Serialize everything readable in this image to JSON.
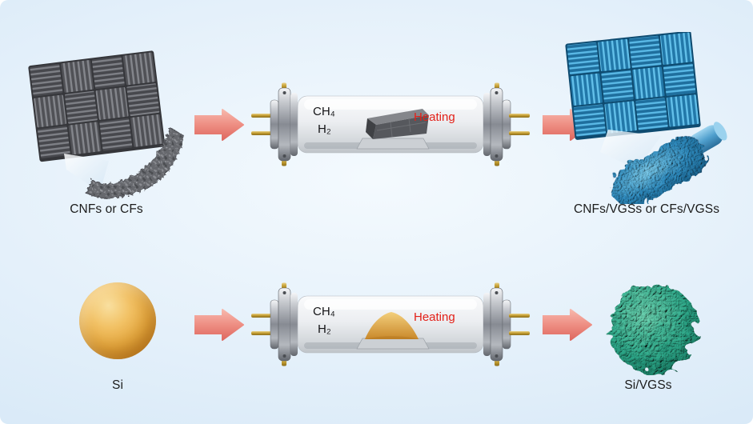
{
  "palette": {
    "background_center": "#f2f9fe",
    "background_edge": "#cfe4f6",
    "arrow": "#ee8e83",
    "heating_text": "#e32119",
    "label_text": "#1c1c1c",
    "gray_material": "#56585d",
    "blue_material": "#3496c9",
    "green_material": "#2fae8e",
    "silicon_sphere": "#e9aa42",
    "furnace_metal": "#878b93",
    "furnace_gold": "#c09a2e",
    "furnace_glass": "#eceef1"
  },
  "rows": [
    {
      "input_label": "CNFs or CFs",
      "furnace": {
        "gas_line1": "CH₄",
        "gas_line2": "H₂",
        "heating_label": "Heating"
      },
      "output_label": "CNFs/VGSs or CFs/VGSs"
    },
    {
      "input_label": "Si",
      "furnace": {
        "gas_line1": "CH₄",
        "gas_line2": "H₂",
        "heating_label": "Heating"
      },
      "output_label": "Si/VGSs"
    }
  ]
}
